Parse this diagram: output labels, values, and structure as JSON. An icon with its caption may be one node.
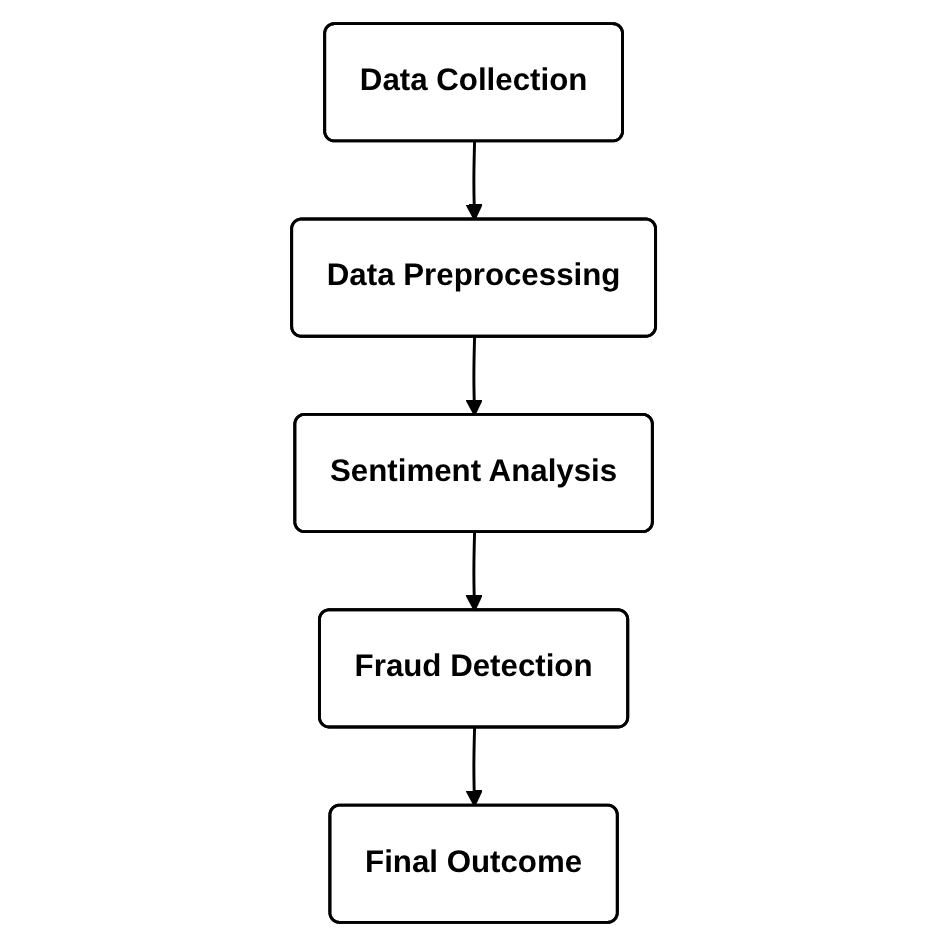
{
  "diagram": {
    "nodes": [
      {
        "text": [
          "Data Collection"
        ]
      },
      {
        "text": [
          "Data Preprocessing"
        ]
      },
      {
        "text": [
          "Sentiment Analysis"
        ]
      },
      {
        "text": [
          "Fraud Detection"
        ]
      },
      {
        "text": [
          "Final Outcome"
        ]
      }
    ],
    "edges": [
      {
        "from": 0,
        "to": 1,
        "arrow": "to"
      },
      {
        "from": 1,
        "to": 2,
        "arrow": "to"
      },
      {
        "from": 2,
        "to": 3,
        "arrow": "to"
      },
      {
        "from": 3,
        "to": 4,
        "arrow": "to"
      }
    ]
  }
}
